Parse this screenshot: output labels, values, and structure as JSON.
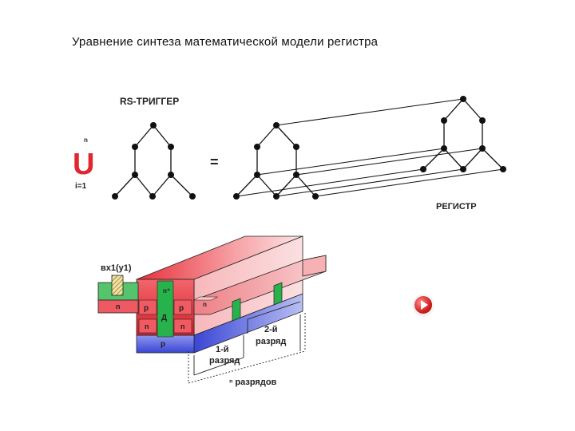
{
  "title": "Уравнение синтеза математической модели регистра",
  "top_diagram": {
    "rs_trigger_label": "RS-ТРИГГЕР",
    "union_symbol": "U",
    "union_superscript": "n",
    "union_subscript": "i=1",
    "equals_sign": "=",
    "register_label": "РЕГИСТР"
  },
  "bottom_diagram": {
    "input_label": "вх1(у1)",
    "n_plus": "n⁺",
    "n": "n",
    "p": "p",
    "diode": "Д",
    "digit1": [
      "1-й",
      "разряд"
    ],
    "digit2": [
      "2-й",
      "разряд"
    ],
    "n_digits": "ⁿ разрядов"
  },
  "colors": {
    "red": "#e2262f",
    "pink": "#f3a6a9",
    "green": "#28b24b",
    "blue": "#3c48d8"
  },
  "icons": [
    "play-icon"
  ]
}
